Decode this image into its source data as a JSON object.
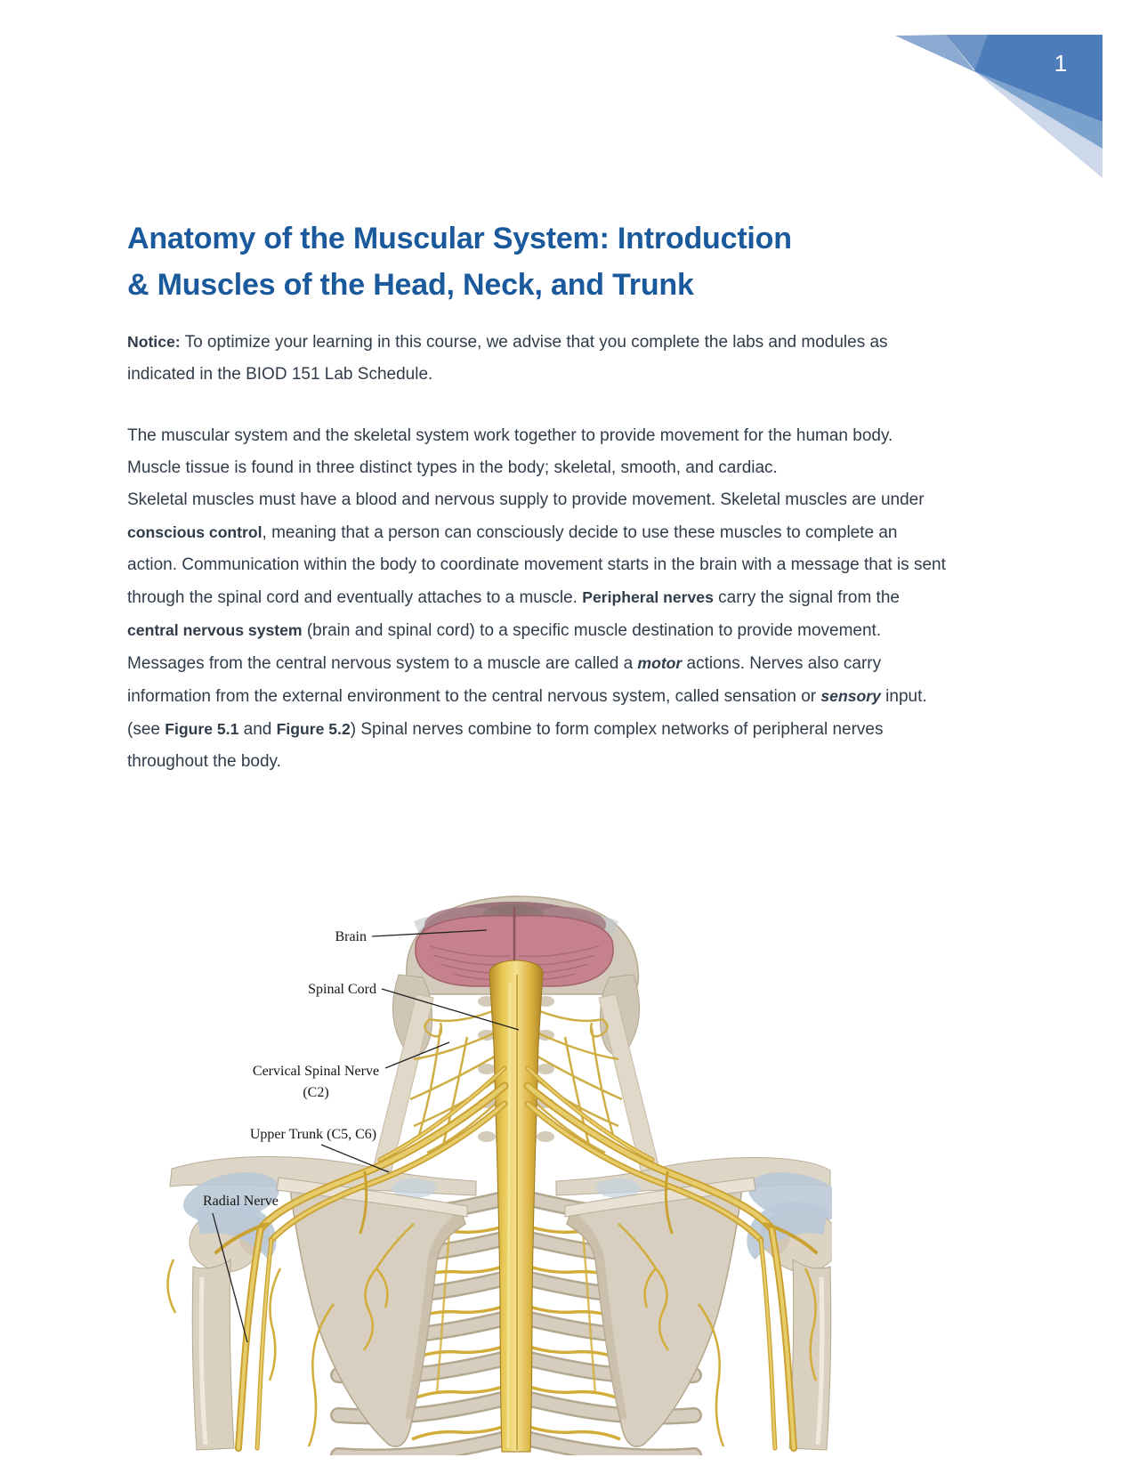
{
  "colors": {
    "title_blue": "#1a5a9c",
    "body_text": "#313c4a",
    "decoration_dark_blue": "#4d7cba",
    "decoration_medium_blue": "#7ba1cd",
    "decoration_light_blue": "#8ca9d1",
    "decoration_pale_blue": "#cdd9eb",
    "nerve_yellow": "#d9ba4e",
    "spinal_cord_yellow": "#e8c854",
    "bone_beige": "#d8cfc0",
    "brain_pink": "#c5828c",
    "ligament_blue_gray": "#b9c9d7"
  },
  "header": {
    "page_number": "1"
  },
  "title": {
    "line1": "Anatomy of the Muscular System: Introduction",
    "line2": "& Muscles of the Head, Neck, and Trunk"
  },
  "body": {
    "notice": {
      "r0": "Notice:",
      "r1": " To optimize your learning in this course, we advise that you complete the labs and modules as indicated in the BIOD 151 Lab Schedule."
    },
    "p2": "The muscular system and the skeletal system work together to provide movement for the human body. Muscle tissue is found in three distinct types in the body; skeletal, smooth, and cardiac.",
    "p3": {
      "r0": "Skeletal muscles must have a blood and nervous supply to provide movement. Skeletal muscles are under ",
      "r1": "conscious control",
      "r2": ", meaning that a person can consciously decide to use these muscles to complete an action. Communication within the body to coordinate movement starts in the brain with a message that is sent through the spinal cord and eventually attaches to a muscle. ",
      "r3": "Peripheral nerves",
      "r4": " carry the signal from the ",
      "r5": "central nervous system",
      "r6": " (brain and spinal cord) to a specific muscle destination to provide movement. Messages from the central nervous system to a muscle are called a ",
      "r7": "motor",
      "r8": " actions. Nerves also carry information from the external environment to the central nervous system, called sensation or ",
      "r9": "sensory",
      "r10": " input. (see ",
      "r11": "Figure 5.1",
      "r12": " and ",
      "r13": "Figure 5.2",
      "r14": ") Spinal nerves combine to form complex networks of peripheral nerves throughout the body."
    }
  },
  "figure": {
    "labels": {
      "brain": "Brain",
      "spinal_cord": "Spinal Cord",
      "cervical_line1": "Cervical Spinal Nerve",
      "cervical_line2": "(C2)",
      "upper_trunk": "Upper Trunk (C5, C6)",
      "radial": "Radial Nerve"
    }
  }
}
